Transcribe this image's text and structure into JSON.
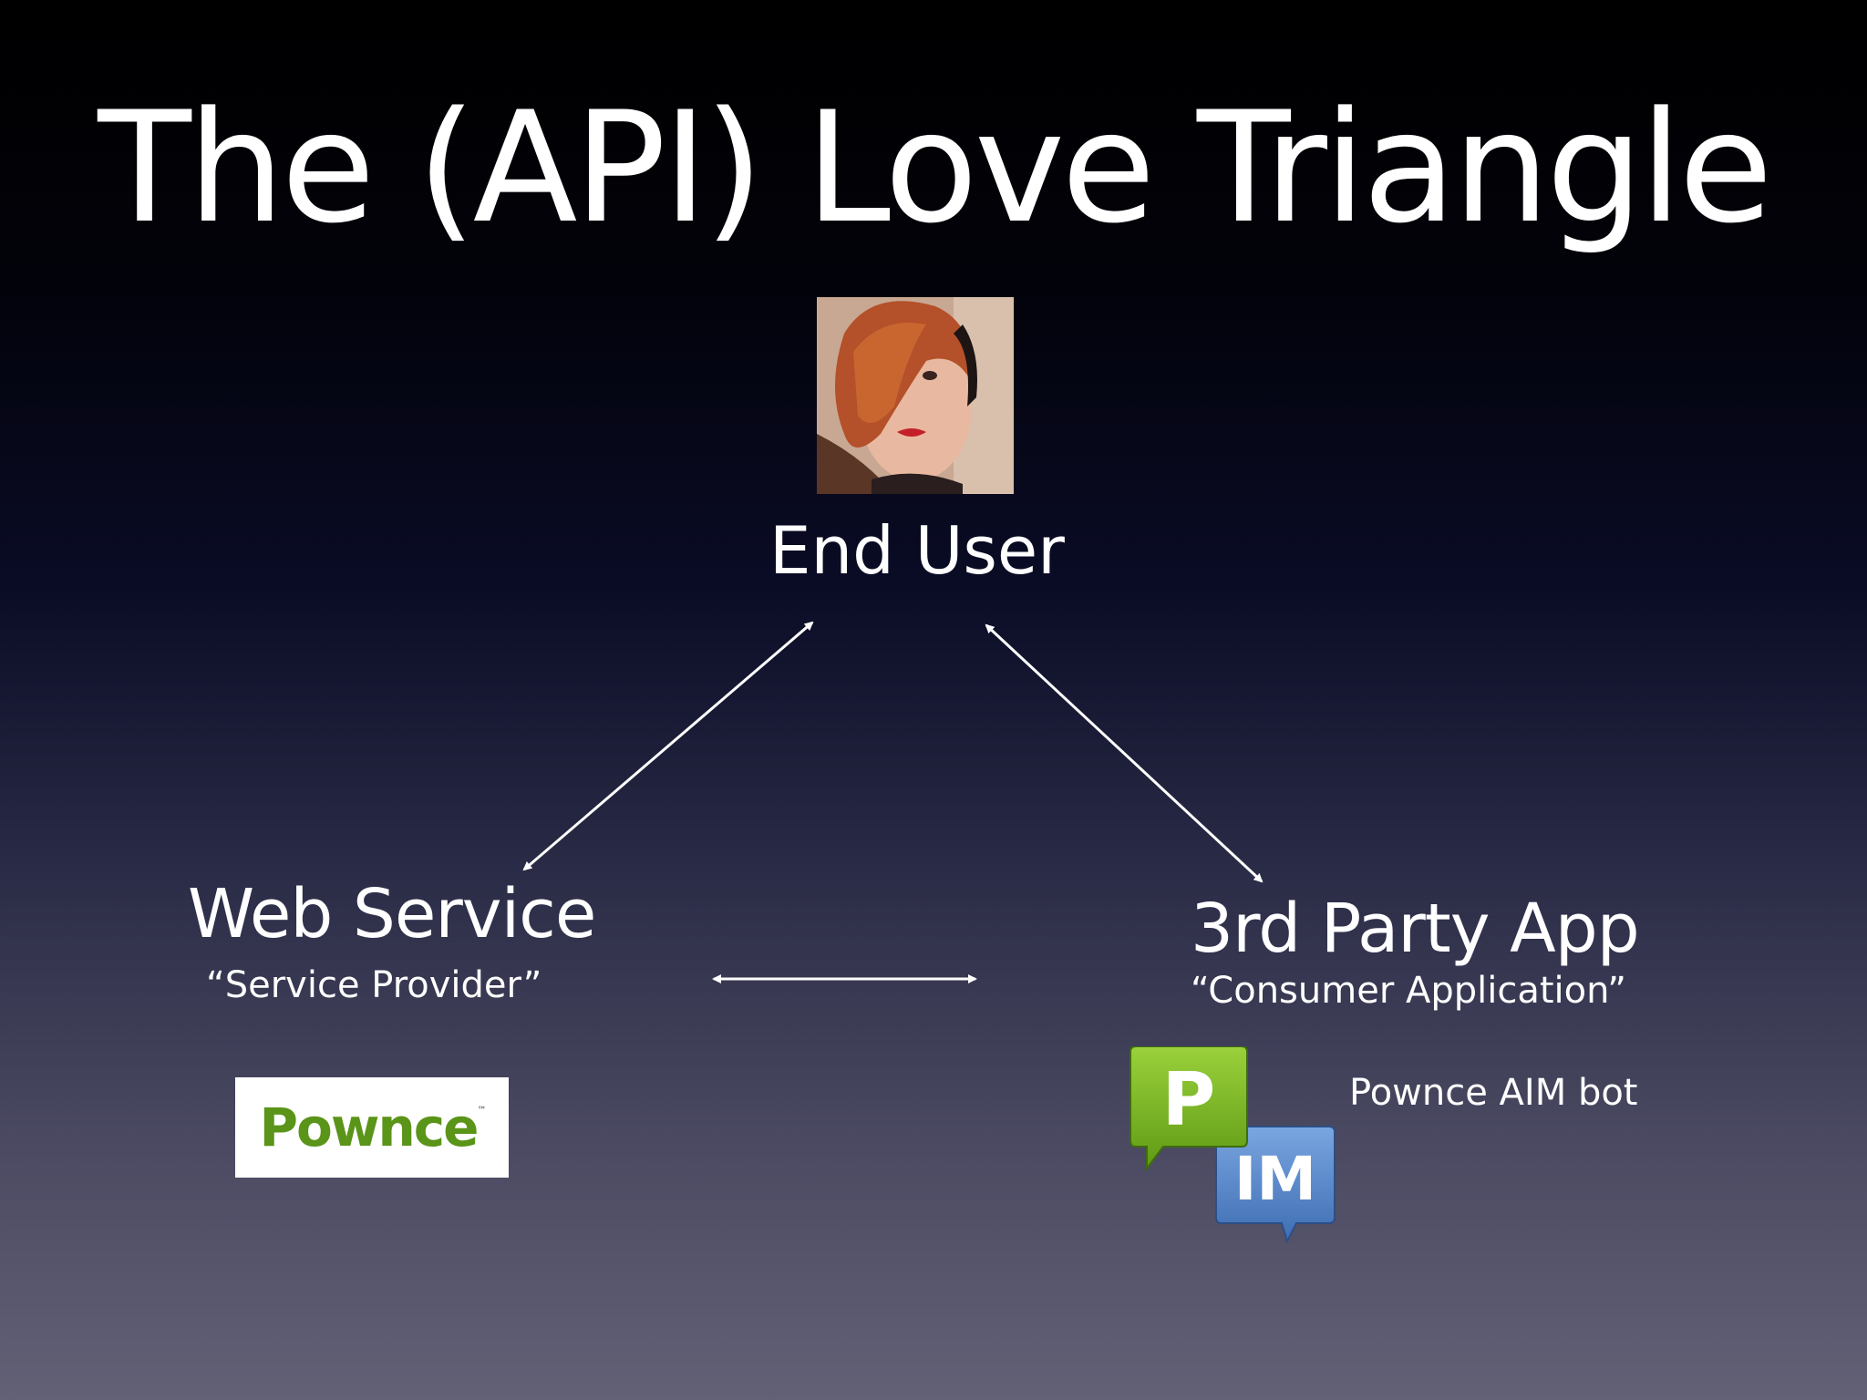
{
  "slide": {
    "title": "The (API) Love Triangle"
  },
  "nodes": {
    "end_user": {
      "label": "End User"
    },
    "web_service": {
      "label": "Web Service",
      "sublabel": "“Service Provider”",
      "logo_text": "Pownce",
      "logo_mark": "™"
    },
    "third_party_app": {
      "label": "3rd Party App",
      "sublabel": "“Consumer Application”",
      "example_label": "Pownce AIM bot",
      "icon_p": "P",
      "icon_im": "IM"
    }
  },
  "colors": {
    "pownce_green": "#5a9418",
    "p_icon_green": "#7cb521",
    "im_icon_blue": "#4d7fc4",
    "arrow": "#ffffff"
  },
  "icons": [
    "end-user-photo",
    "pownce-logo",
    "pownce-p-icon",
    "aim-im-icon"
  ]
}
